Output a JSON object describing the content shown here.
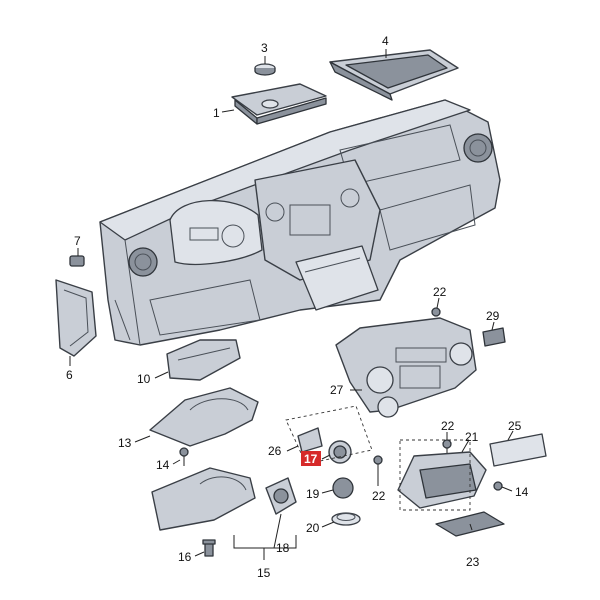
{
  "diagram": {
    "accent_color": "#d62a2a",
    "highlighted_callout": "17",
    "callouts": [
      {
        "id": "c1",
        "label": "1"
      },
      {
        "id": "c3",
        "label": "3"
      },
      {
        "id": "c4",
        "label": "4"
      },
      {
        "id": "c6",
        "label": "6"
      },
      {
        "id": "c7",
        "label": "7"
      },
      {
        "id": "c10",
        "label": "10"
      },
      {
        "id": "c13",
        "label": "13"
      },
      {
        "id": "c14a",
        "label": "14"
      },
      {
        "id": "c14b",
        "label": "14"
      },
      {
        "id": "c15",
        "label": "15"
      },
      {
        "id": "c16",
        "label": "16"
      },
      {
        "id": "c17",
        "label": "17"
      },
      {
        "id": "c18",
        "label": "18"
      },
      {
        "id": "c19",
        "label": "19"
      },
      {
        "id": "c20",
        "label": "20"
      },
      {
        "id": "c21",
        "label": "21"
      },
      {
        "id": "c22a",
        "label": "22"
      },
      {
        "id": "c22b",
        "label": "22"
      },
      {
        "id": "c22c",
        "label": "22"
      },
      {
        "id": "c23",
        "label": "23"
      },
      {
        "id": "c25",
        "label": "25"
      },
      {
        "id": "c26",
        "label": "26"
      },
      {
        "id": "c27",
        "label": "27"
      },
      {
        "id": "c29",
        "label": "29"
      }
    ]
  }
}
